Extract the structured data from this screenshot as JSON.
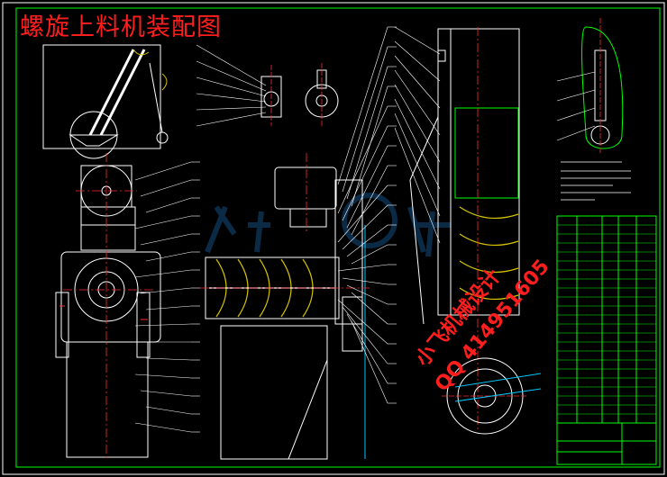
{
  "drawing": {
    "title": "螺旋上料机装配图",
    "colors": {
      "background": "#000000",
      "outline": "#ffffff",
      "frame": "#00ff00",
      "centerline": "#ff2a2a",
      "dimension": "#00c8ff",
      "hatch": "#d4c200",
      "leader": "#ffffff"
    }
  },
  "watermark": {
    "line1": "小飞机械设计",
    "line2": "QQ 414951605"
  }
}
